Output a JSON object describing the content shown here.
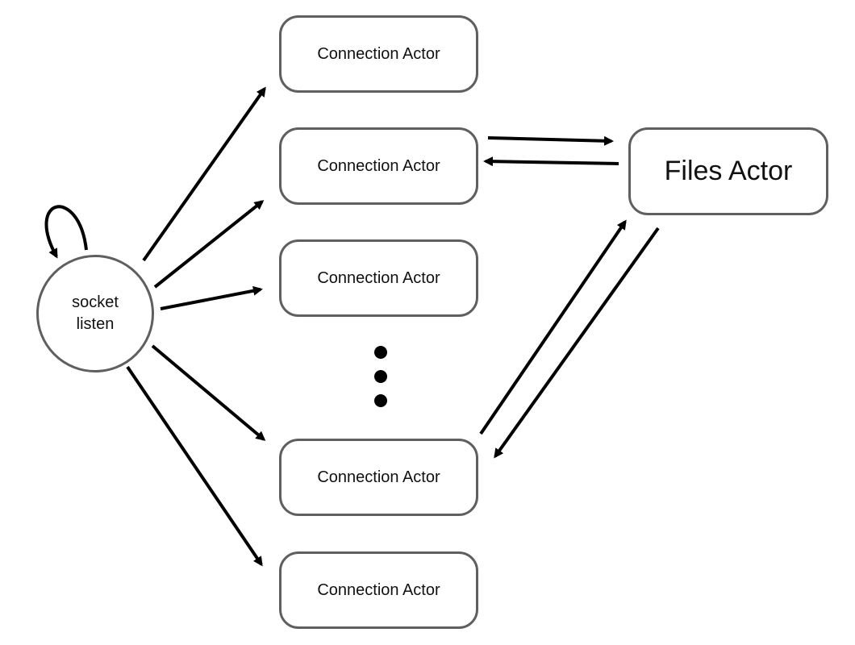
{
  "diagram": {
    "source_node": {
      "line1": "socket",
      "line2": "listen"
    },
    "connection_actors": [
      "Connection Actor",
      "Connection Actor",
      "Connection Actor",
      "Connection Actor",
      "Connection Actor"
    ],
    "files_actor": "Files Actor",
    "colors": {
      "node_border": "#5f5f5f",
      "arrow": "#000000",
      "background": "#ffffff"
    }
  }
}
